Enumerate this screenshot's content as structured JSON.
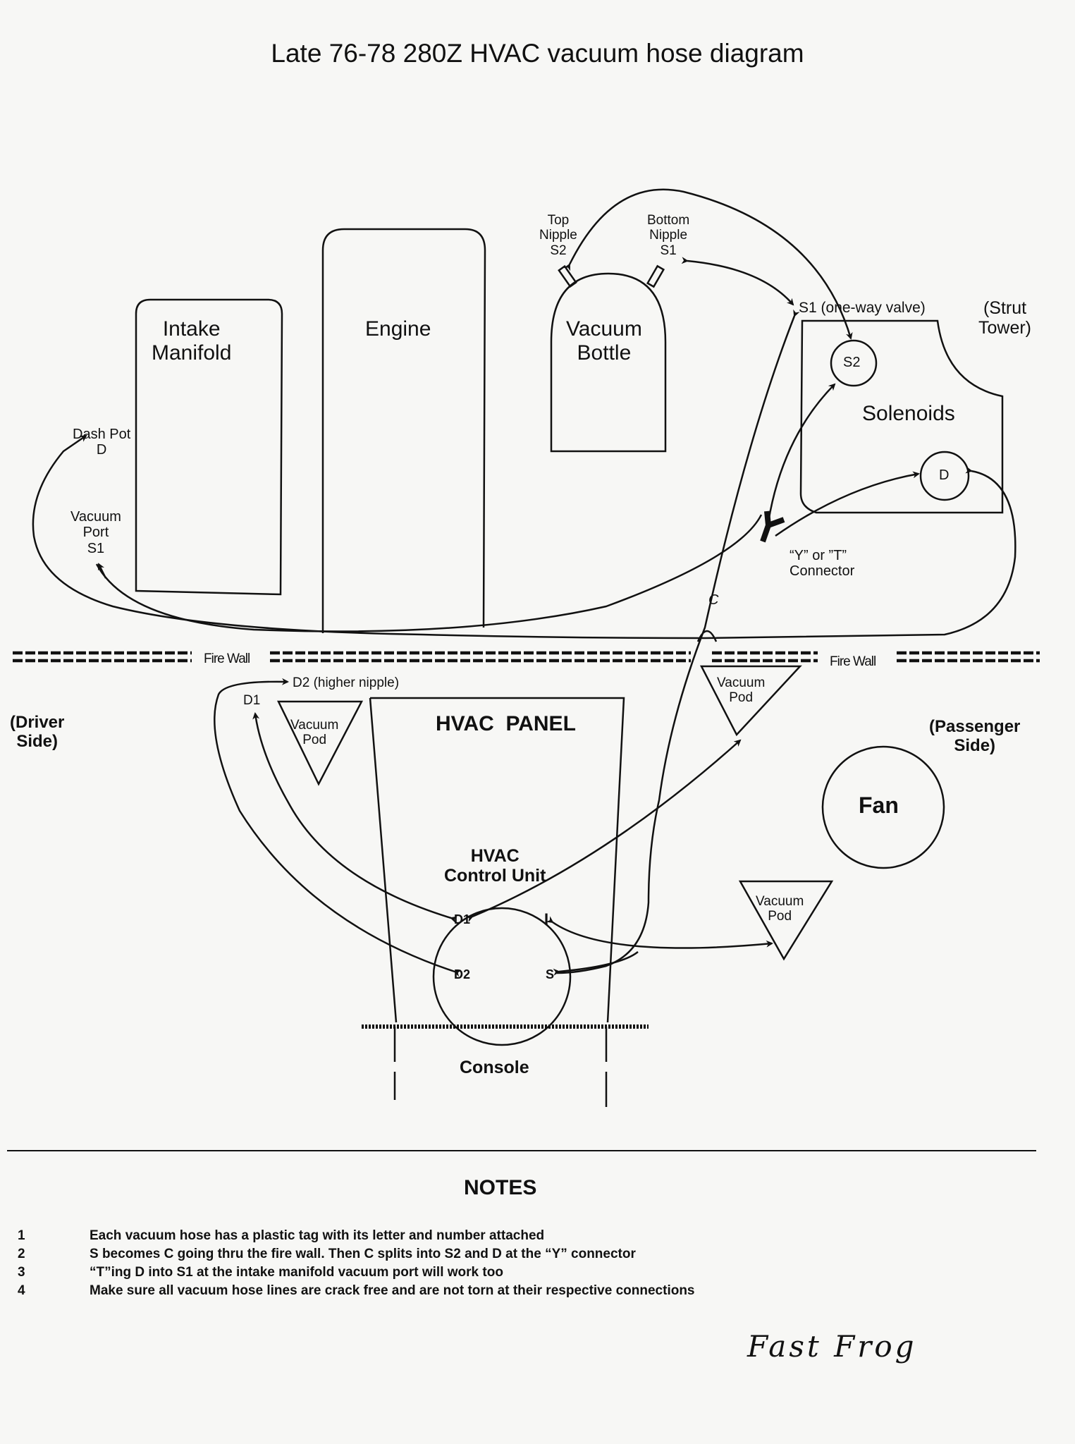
{
  "title": "Late 76-78 280Z HVAC vacuum hose diagram",
  "engine_bay": {
    "intake_manifold": "Intake\nManifold",
    "engine": "Engine",
    "vacuum_bottle": "Vacuum\nBottle",
    "top_nipple": "Top\nNipple\nS2",
    "bottom_nipple": "Bottom\nNipple\nS1",
    "one_way_valve": "S1 (one-way valve)",
    "strut_tower": "(Strut\nTower)",
    "solenoids": "Solenoids",
    "solenoid_s2": "S2",
    "solenoid_d": "D",
    "y_connector": "“Y” or ”T”\nConnector",
    "hose_c": "C",
    "dash_pot": "Dash Pot\nD",
    "vacuum_port": "Vacuum\nPort\nS1"
  },
  "firewall": {
    "label_left": "Fire Wall",
    "label_right": "Fire Wall"
  },
  "cabin": {
    "driver_side": "(Driver\nSide)",
    "passenger_side": "(Passenger\nSide)",
    "d2_label": "D2 (higher nipple)",
    "d1_label": "D1",
    "vacuum_pod_left": "Vacuum\nPod",
    "vacuum_pod_top": "Vacuum\nPod",
    "vacuum_pod_right": "Vacuum\nPod",
    "hvac_panel": "HVAC  PANEL",
    "control_unit": "HVAC\nControl Unit",
    "port_d1": "D1",
    "port_d2": "D2",
    "port_i": "I",
    "port_s": "S",
    "fan": "Fan",
    "console": "Console"
  },
  "notes": {
    "heading": "NOTES",
    "items": [
      {
        "num": "1",
        "text": "Each vacuum hose has a plastic tag with its letter and number attached"
      },
      {
        "num": "2",
        "text": "S becomes C going thru the fire wall.  Then C splits into S2 and D at the “Y” connector"
      },
      {
        "num": "3",
        "text": "“T”ing D into S1 at the intake manifold vacuum port will work too"
      },
      {
        "num": "4",
        "text": "Make sure all vacuum hose lines are crack free and are not torn at their respective connections"
      }
    ]
  },
  "signature": "Fast Frog"
}
